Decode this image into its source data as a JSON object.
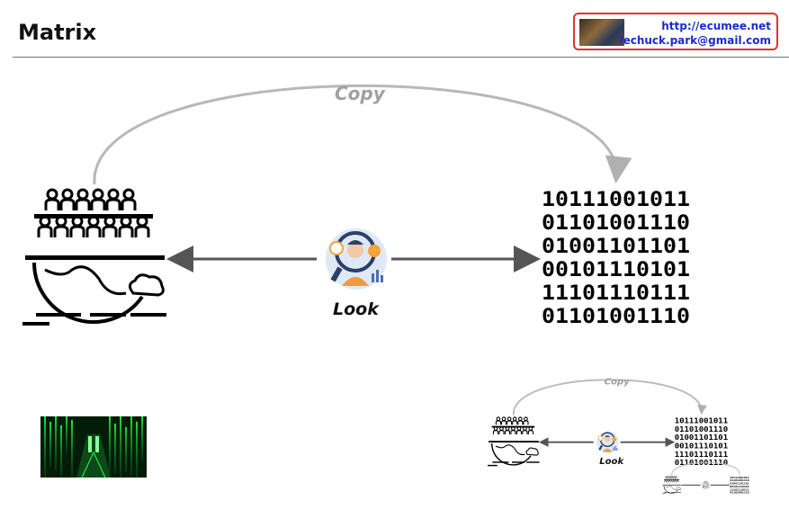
{
  "header": {
    "title": "Matrix",
    "url": "http://ecumee.net",
    "email": "lechuck.park@gmail.com"
  },
  "diagram": {
    "copy_label": "Copy",
    "look_label": "Look",
    "binary_rows": [
      "10111001011",
      "01101001110",
      "01001101101",
      "00101110101",
      "11101110111",
      "01101001110"
    ]
  },
  "icons": {
    "people_world": "people-on-globe-icon",
    "observer": "analyst-magnifier-icon",
    "binary": "binary-data-icon",
    "matrix_image": "matrix-code-image"
  },
  "colors": {
    "arrow": "#555555",
    "copy_arc": "#b0b0b0",
    "badge_border": "#e53030",
    "badge_text": "#1a2bd0"
  }
}
